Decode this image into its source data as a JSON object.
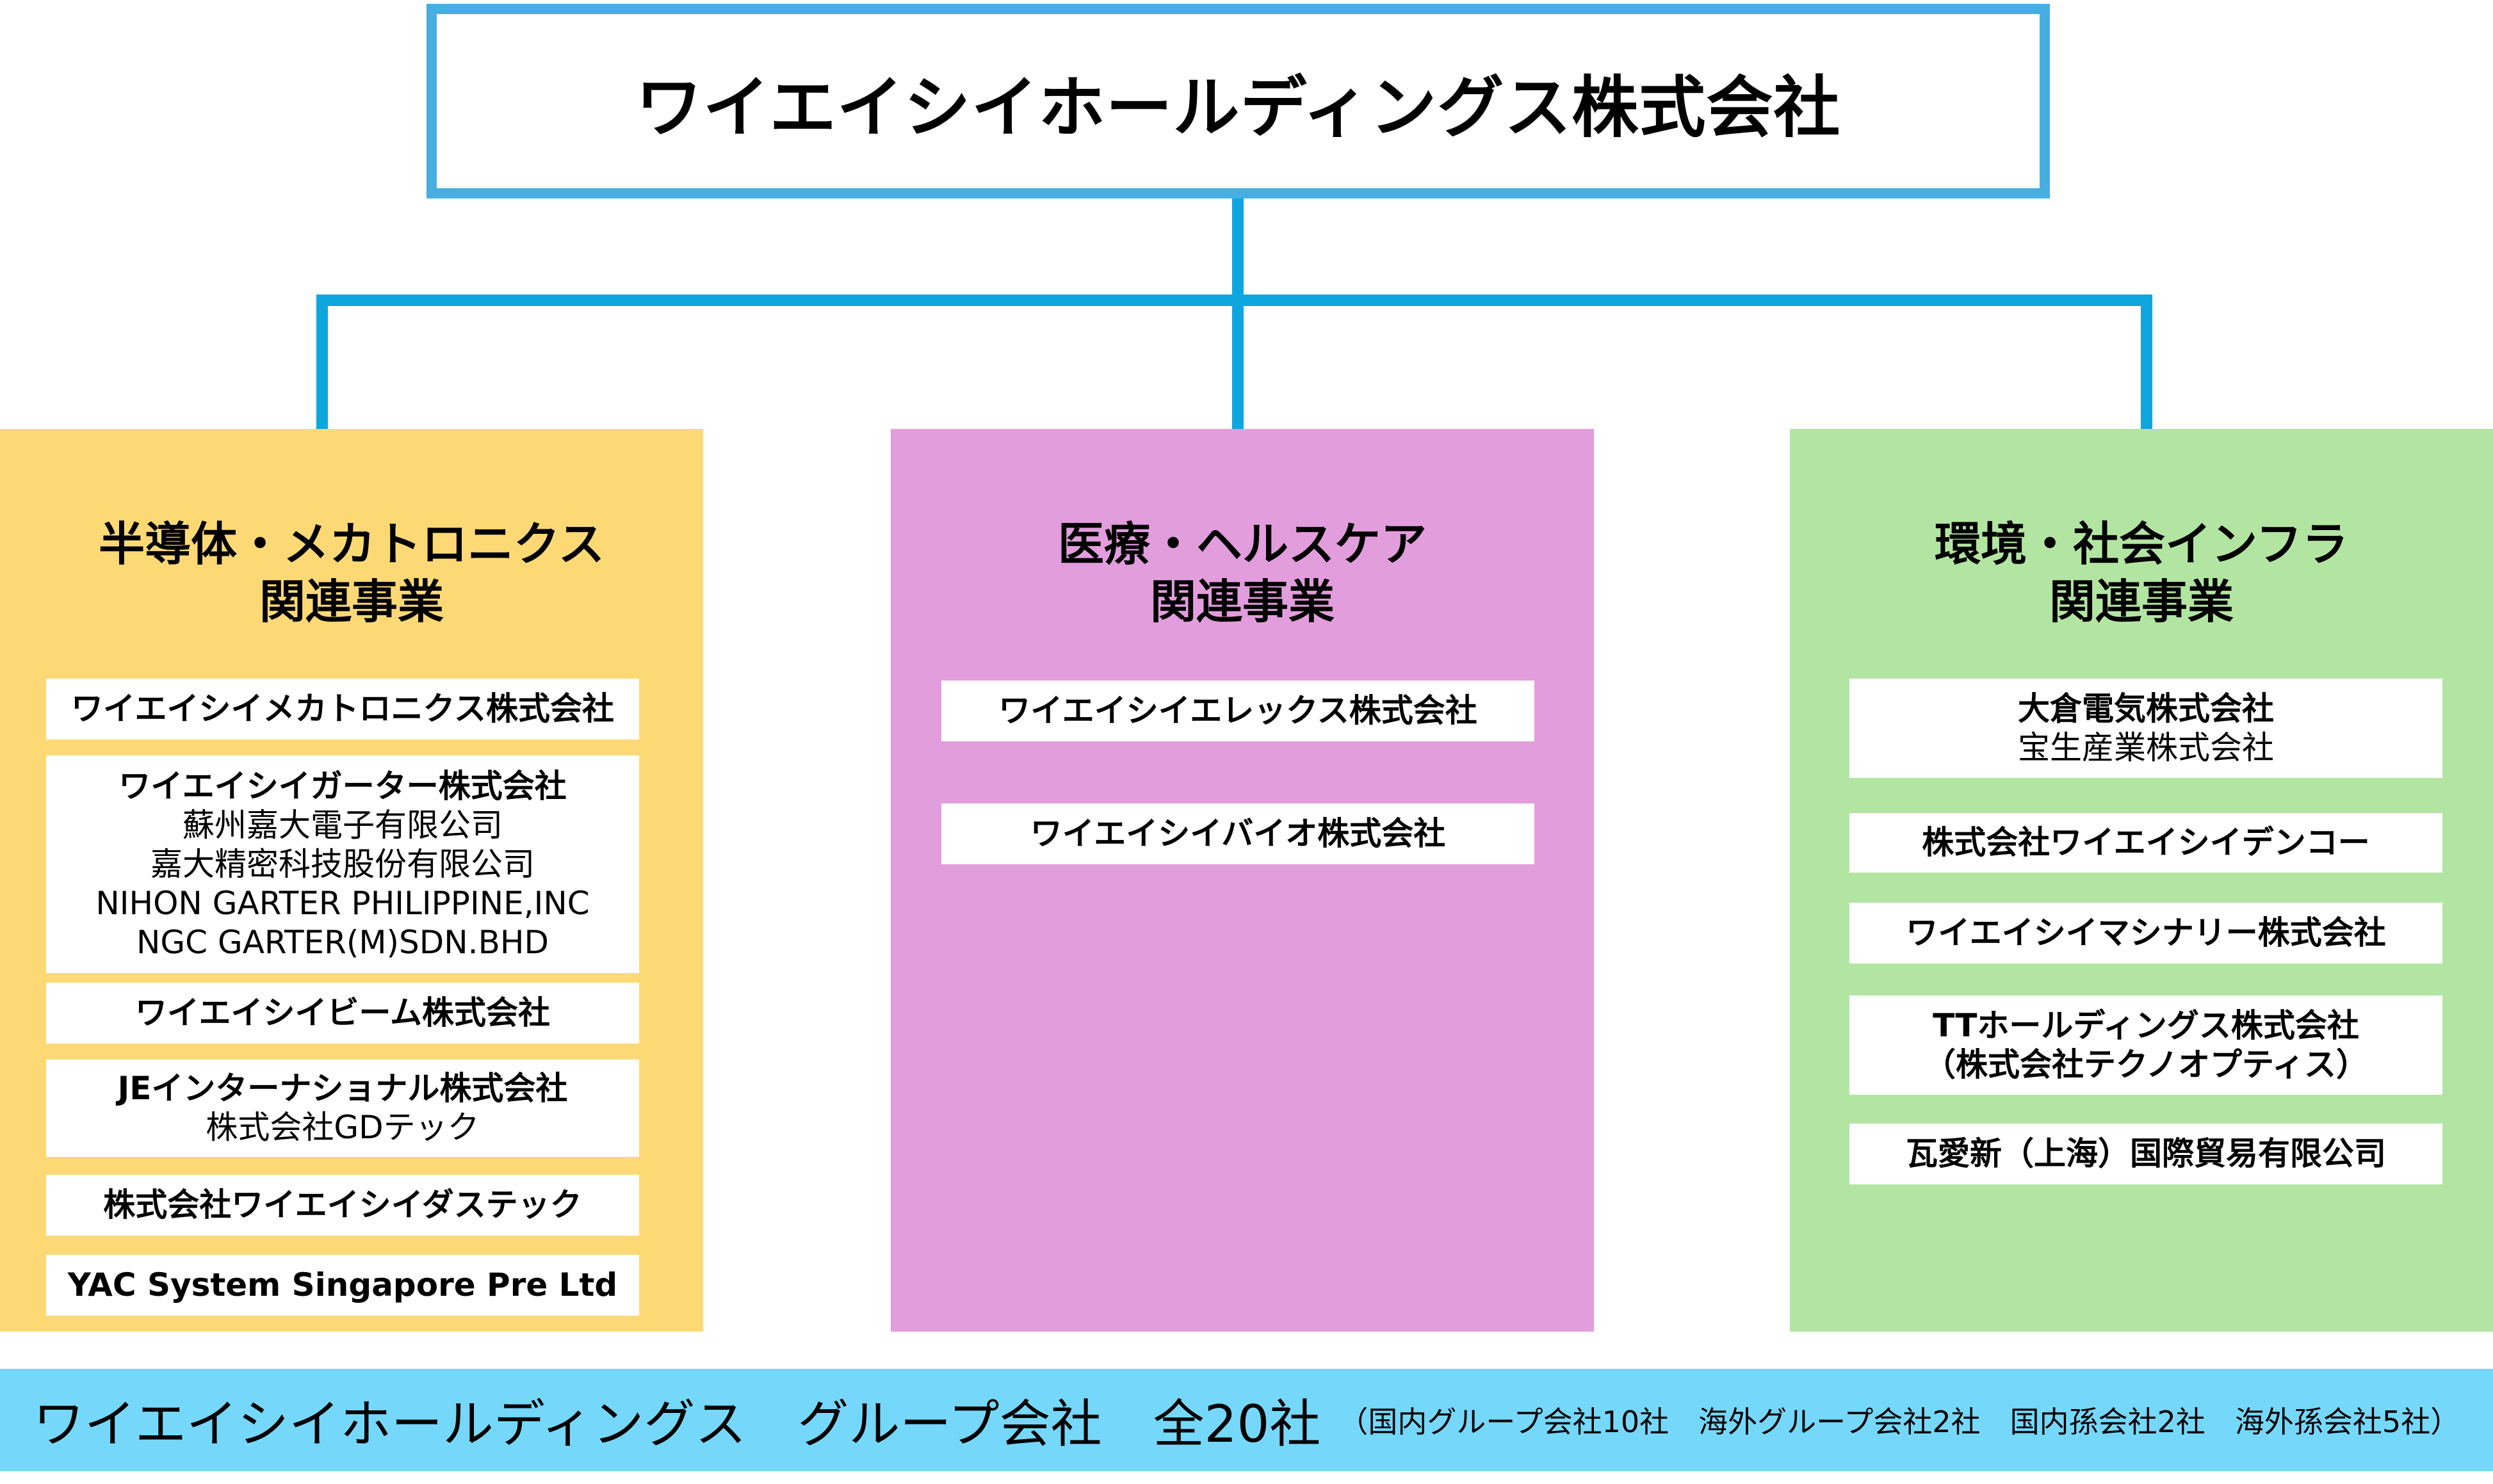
{
  "holding": {
    "title": "ワイエイシイホールディングス株式会社"
  },
  "segments": [
    {
      "title_line1": "半導体・メカトロニクス",
      "title_line2": "関連事業",
      "companies": [
        {
          "name": "ワイエイシイメカトロニクス株式会社",
          "subs": []
        },
        {
          "name": "ワイエイシイガーター株式会社",
          "subs": [
            "蘇州嘉大電子有限公司",
            "嘉大精密科技股份有限公司",
            "NIHON GARTER PHILIPPINE,INC",
            "NGC GARTER(M)SDN.BHD"
          ]
        },
        {
          "name": "ワイエイシイビーム株式会社",
          "subs": []
        },
        {
          "name": "JEインターナショナル株式会社",
          "subs": [
            "株式会社GDテック"
          ]
        },
        {
          "name": "株式会社ワイエイシイダステック",
          "subs": []
        },
        {
          "name": "YAC System Singapore Pre Ltd",
          "subs": []
        }
      ]
    },
    {
      "title_line1": "医療・ヘルスケア",
      "title_line2": "関連事業",
      "companies": [
        {
          "name": "ワイエイシイエレックス株式会社",
          "subs": []
        },
        {
          "name": "ワイエイシイバイオ株式会社",
          "subs": []
        }
      ]
    },
    {
      "title_line1": "環境・社会インフラ",
      "title_line2": "関連事業",
      "companies": [
        {
          "name": "大倉電気株式会社",
          "subs": [
            "宝生産業株式会社"
          ]
        },
        {
          "name": "株式会社ワイエイシイデンコー",
          "subs": []
        },
        {
          "name": "ワイエイシイマシナリー株式会社",
          "subs": []
        },
        {
          "name": "TTホールディングス株式会社",
          "subs": [],
          "second_bold": "（株式会社テクノオプティス）"
        },
        {
          "name": "瓦愛新（上海）国際貿易有限公司",
          "subs": []
        }
      ]
    }
  ],
  "footer": {
    "main": "ワイエイシイホールディングス　グループ会社　全20社",
    "detail": "（国内グループ会社10社　海外グループ会社2社　国内孫会社2社　海外孫会社5社）"
  },
  "colors": {
    "top_border": "#47aee2",
    "connector": "#0ea6df",
    "semiconductor": "#fdd976",
    "medical": "#e29ddd",
    "environment": "#b3e5a2",
    "footer": "#75d8fb"
  }
}
